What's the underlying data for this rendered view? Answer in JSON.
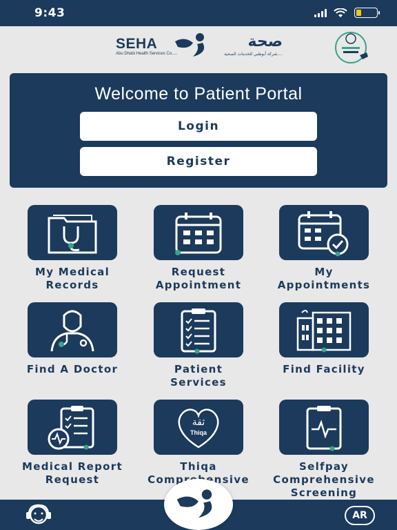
{
  "status_bar": {
    "time": "9:43"
  },
  "header": {
    "logo_en": "SEHA",
    "logo_en_sub": "Abu Dhabi Health Services Co.....",
    "logo_ar": "صحة",
    "logo_ar_sub": "شركة أبوظبي للخدمات الصحية...."
  },
  "welcome": {
    "title": "Welcome to Patient Portal",
    "login_label": "Login",
    "register_label": "Register"
  },
  "tiles": [
    {
      "label_line1": "My Medical",
      "label_line2": "Records"
    },
    {
      "label_line1": "Request",
      "label_line2": "Appointment"
    },
    {
      "label_line1": "My",
      "label_line2": "Appointments"
    },
    {
      "label_line1": "Find A Doctor",
      "label_line2": ""
    },
    {
      "label_line1": "Patient",
      "label_line2": "Services"
    },
    {
      "label_line1": "Find Facility",
      "label_line2": ""
    },
    {
      "label_line1": "Medical Report",
      "label_line2": "Request"
    },
    {
      "label_line1": "Thiqa",
      "label_line2": "Comprehensive"
    },
    {
      "label_line1": "Selfpay",
      "label_line2": "Comprehensive",
      "label_line3": "Screening"
    }
  ],
  "thiqa_icon_text": "Thiqa",
  "bottom_bar": {
    "language_label": "AR"
  },
  "colors": {
    "primary": "#1b3a5c",
    "accent": "#3aa38a",
    "background": "#e8e8e8"
  }
}
